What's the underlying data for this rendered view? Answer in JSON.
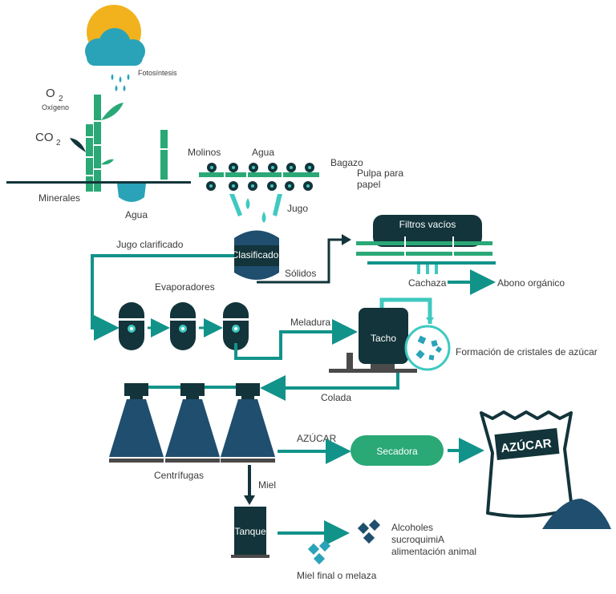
{
  "labels": {
    "fotosintesis": "Fotosíntesis",
    "o2": "O",
    "o2_sub": "2",
    "oxigeno": "Oxígeno",
    "co2": "CO",
    "co2_sub": "2",
    "minerales": "Minerales",
    "agua_suelo": "Agua",
    "molinos": "Molinos",
    "agua_molinos": "Agua",
    "bagazo": "Bagazo",
    "pulpa_1": "Pulpa para",
    "pulpa_2": "papel",
    "jugo": "Jugo",
    "jugo_clarificado": "Jugo clarificado",
    "clasificador": "Clasificador",
    "solidos": "Sólidos",
    "filtros": "Filtros vacíos",
    "cachaza": "Cachaza",
    "abono": "Abono orgánico",
    "evaporadores": "Evaporadores",
    "meladura": "Meladura",
    "tacho": "Tacho",
    "cristales": "Formación de cristales de azúcar",
    "colada": "Colada",
    "azucar_flow": "AZÚCAR",
    "secadora": "Secadora",
    "azucar_bag": "AZÚCAR",
    "centrifugas": "Centrífugas",
    "miel": "Miel",
    "tanque": "Tanque",
    "alcoholes": "Alcoholes",
    "sucroquimica": "sucroquimiA",
    "alimentacion": "alimentación animal",
    "miel_final": "Miel final o melaza"
  },
  "colors": {
    "dark": "#12343a",
    "navy": "#1f4e6e",
    "teal": "#12938a",
    "teal_light": "#3fc9c0",
    "green": "#2aa876",
    "leaf": "#1f8a6e",
    "sun": "#f2b21e",
    "cloud": "#2aa3b8",
    "gray": "#4a4a4a"
  }
}
